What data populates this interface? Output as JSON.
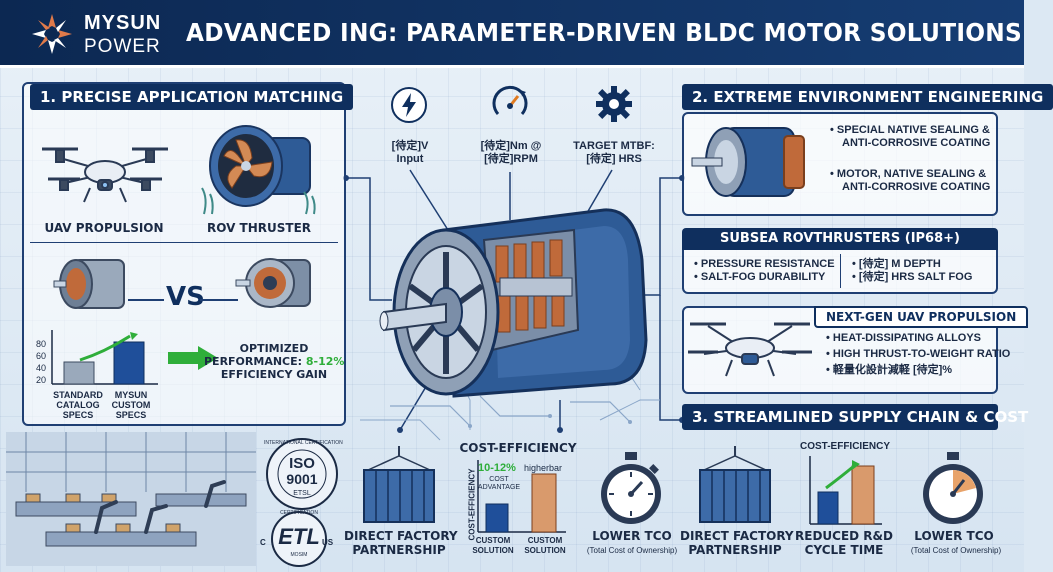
{
  "header": {
    "brand_top": "MYSUN",
    "brand_bottom": "POWER",
    "title": "ADVANCED ING: PARAMETER-DRIVEN BLDC MOTOR SOLUTIONS"
  },
  "top_icons": {
    "voltage": {
      "icon": "lightning-icon",
      "label_line1": "[待定]V",
      "label_line2": "Input"
    },
    "torque": {
      "icon": "gauge-icon",
      "label_line1": "[待定]Nm @",
      "label_line2": "[待定]RPM"
    },
    "mtbf": {
      "icon": "gear-icon",
      "label_line1": "TARGET MTBF:",
      "label_line2": "[待定] HRS"
    }
  },
  "section1": {
    "title": "1. PRECISE APPLICATION MATCHING",
    "uav_label": "UAV PROPULSION",
    "rov_label": "ROV THRUSTER",
    "vs_label": "VS",
    "chart_ticks": [
      "80",
      "60",
      "40",
      "20"
    ],
    "standard_label": [
      "STANDARD",
      "CATALOG",
      "SPECS"
    ],
    "custom_label": [
      "MYSUN",
      "CUSTOM",
      "SPECS"
    ],
    "optimized_line1": "OPTIMIZED",
    "optimized_line2_prefix": "PERFORMANCE: ",
    "optimized_highlight": "8-12%",
    "optimized_line3": "EFFICIENCY GAIN"
  },
  "certs": {
    "iso_ring": "INTERNATIONAL CERTIFICATION",
    "iso_main": "ISO",
    "iso_num": "9001",
    "iso_sub": "ETSL",
    "etl_ring_top": "CERTIFICATION",
    "etl_main": "ETL",
    "etl_c": "C",
    "etl_us": "US",
    "etl_bottom": "MOSIM"
  },
  "section2": {
    "title": "2. EXTREME ENVIRONMENT ENGINEERING",
    "bullets": [
      [
        "SPECIAL NATIVE SEALING &",
        "ANTI-CORROSIVE COATING"
      ],
      [
        "MOTOR, NATIVE SEALING &",
        "ANTI-CORROSIVE COATING"
      ]
    ],
    "subsea_title": "SUBSEA ROVTHRUSTERS (IP68+)",
    "subsea_left": [
      "PRESSURE RESISTANCE",
      "SALT-FOG DURABILITY"
    ],
    "subsea_right": [
      "[待定] M DEPTH",
      "[待定] HRS SALT FOG"
    ],
    "uav_title": "NEXT-GEN UAV PROPULSION",
    "uav_bullets": [
      "HEAT-DISSIPATING ALLOYS",
      "HIGH THRUST-TO-WEIGHT RATIO",
      "軽量化設計減軽 [待定]%"
    ]
  },
  "section3": {
    "title": "3. STREAMLINED SUPPLY CHAIN & COST"
  },
  "bottom": {
    "direct1": [
      "DIRECT FACTORY",
      "PARTNERSHIP"
    ],
    "cost_title": "COST-EFFICIENCY",
    "cost_axis": "COST-EFFICIENCY",
    "cost_pct": "10-12%",
    "cost_adv": [
      "COST",
      "ADVANTAGE"
    ],
    "cost_higher": "higherbar",
    "cost_cat1": [
      "CUSTOM",
      "SOLUTION"
    ],
    "cost_cat2": [
      "CUSTOM",
      "SOLUTION"
    ],
    "lower_tco1": "LOWER TCO",
    "tco_sub1": "(Total Cost of Ownership)",
    "direct2": [
      "DIRECT FACTORY",
      "PARTNERSHIP"
    ],
    "cost_title2": "COST-EFFICIENCY",
    "reduced": [
      "REDUCED R&D",
      "CYCLE TIME"
    ],
    "lower_tco2": "LOWER TCO",
    "tco_sub2": "(Total Cost of Ownership)"
  },
  "colors": {
    "navy": "#0f2f5e",
    "motor_blue": "#2e5b96",
    "copper": "#c06a3a",
    "accent_green": "#2fae3a"
  }
}
